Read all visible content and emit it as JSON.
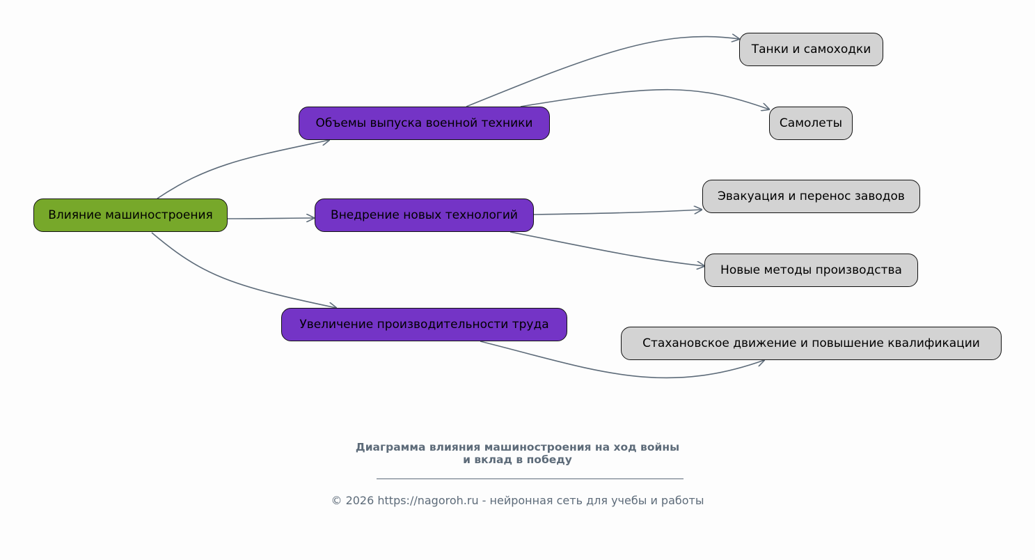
{
  "diagram": {
    "root": {
      "label": "Влияние машиностроения",
      "color": "#77a82a"
    },
    "branches": [
      {
        "label": "Объемы выпуска военной техники",
        "children": [
          "Танки и самоходки",
          "Самолеты"
        ]
      },
      {
        "label": "Внедрение новых технологий",
        "children": [
          "Эвакуация и перенос заводов",
          "Новые методы производства"
        ]
      },
      {
        "label": "Увеличение производительности труда",
        "children": [
          "Стахановское движение и повышение квалификации"
        ]
      }
    ],
    "branch_color": "#7434c6",
    "leaf_color": "#d3d3d3",
    "edge_color": "#5d6b79"
  },
  "footer": {
    "title_line1": "Диаграмма влияния машиностроения на ход войны",
    "title_line2": "и вклад в победу",
    "copyright": "© 2026 https://nagoroh.ru - нейронная сеть для учебы и работы"
  }
}
